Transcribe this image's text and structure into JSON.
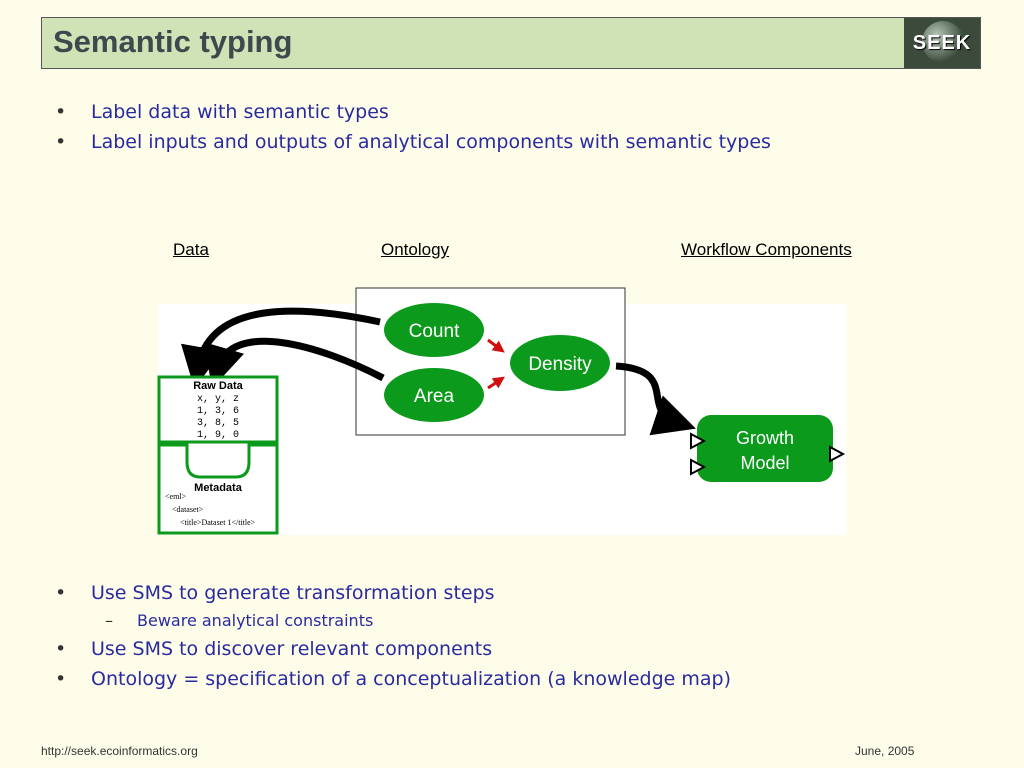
{
  "slide": {
    "title": "Semantic typing",
    "logo_text": "SEEK"
  },
  "bullets_top": [
    {
      "text": "Label data with semantic types"
    },
    {
      "text": "Label inputs and outputs of analytical components with semantic types"
    }
  ],
  "diagram": {
    "label_data": "Data",
    "label_ontology": "Ontology",
    "label_workflow": "Workflow Components",
    "node_count": "Count",
    "node_area": "Area",
    "node_density": "Density",
    "node_growth_line1": "Growth",
    "node_growth_line2": "Model",
    "raw_data": {
      "title": "Raw Data",
      "rows": [
        "x, y, z",
        "1, 3, 6",
        "3, 8, 5",
        "1, 9, 0"
      ]
    },
    "metadata": {
      "title": "Metadata",
      "lines": [
        "<eml>",
        "<dataset>",
        "<title>Dataset 1</title>"
      ]
    },
    "colors": {
      "node_green": "#0c9a1c",
      "arrow_red": "#d01010"
    }
  },
  "bullets_bottom": [
    {
      "level": 1,
      "text": "Use SMS to generate transformation steps"
    },
    {
      "level": 2,
      "text": "Beware analytical constraints"
    },
    {
      "level": 1,
      "text": "Use SMS to discover relevant components"
    },
    {
      "level": 1,
      "text": "Ontology = specification of a conceptualization (a knowledge map)"
    }
  ],
  "footer": {
    "url": "http://seek.ecoinformatics.org",
    "date": "June, 2005"
  }
}
